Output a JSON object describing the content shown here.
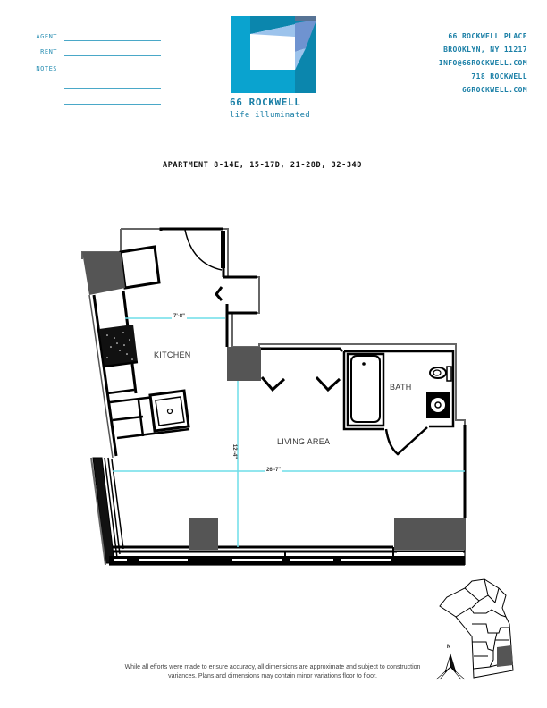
{
  "form": {
    "fields": [
      {
        "label": "AGENT"
      },
      {
        "label": "RENT"
      },
      {
        "label": "NOTES"
      }
    ],
    "extra_note_lines": 2
  },
  "brand": {
    "name": "66 ROCKWELL",
    "tagline": "life illuminated",
    "colors": {
      "primary_blue": "#0aa3cf",
      "dark_blue": "#0b86ad",
      "light_blue": "#8fb8e6",
      "slate": "#5a7fa8",
      "text_blue": "#1a7fa6"
    }
  },
  "contact": {
    "address_line1": "66 ROCKWELL PLACE",
    "address_line2": "BROOKLYN, NY 11217",
    "email": "INFO@66ROCKWELL.COM",
    "phone": "718 ROCKWELL",
    "website": "66ROCKWELL.COM"
  },
  "apartment": {
    "title": "APARTMENT 8-14E, 15-17D, 21-28D, 32-34D"
  },
  "floorplan": {
    "rooms": [
      {
        "name": "KITCHEN"
      },
      {
        "name": "LIVING AREA"
      },
      {
        "name": "BATH"
      }
    ],
    "dimensions": {
      "kitchen_width": "7'-8\"",
      "living_depth": "12'-4\"",
      "living_width": "26'-7\""
    },
    "colors": {
      "wall": "#000000",
      "column": "#555555",
      "dimension_line": "#6fdde8"
    }
  },
  "keyplan": {
    "north_label": "N"
  },
  "disclaimer": "While all efforts were made to ensure accuracy, all dimensions are approximate and subject to construction variances. Plans and dimensions may contain minor variations floor to floor."
}
